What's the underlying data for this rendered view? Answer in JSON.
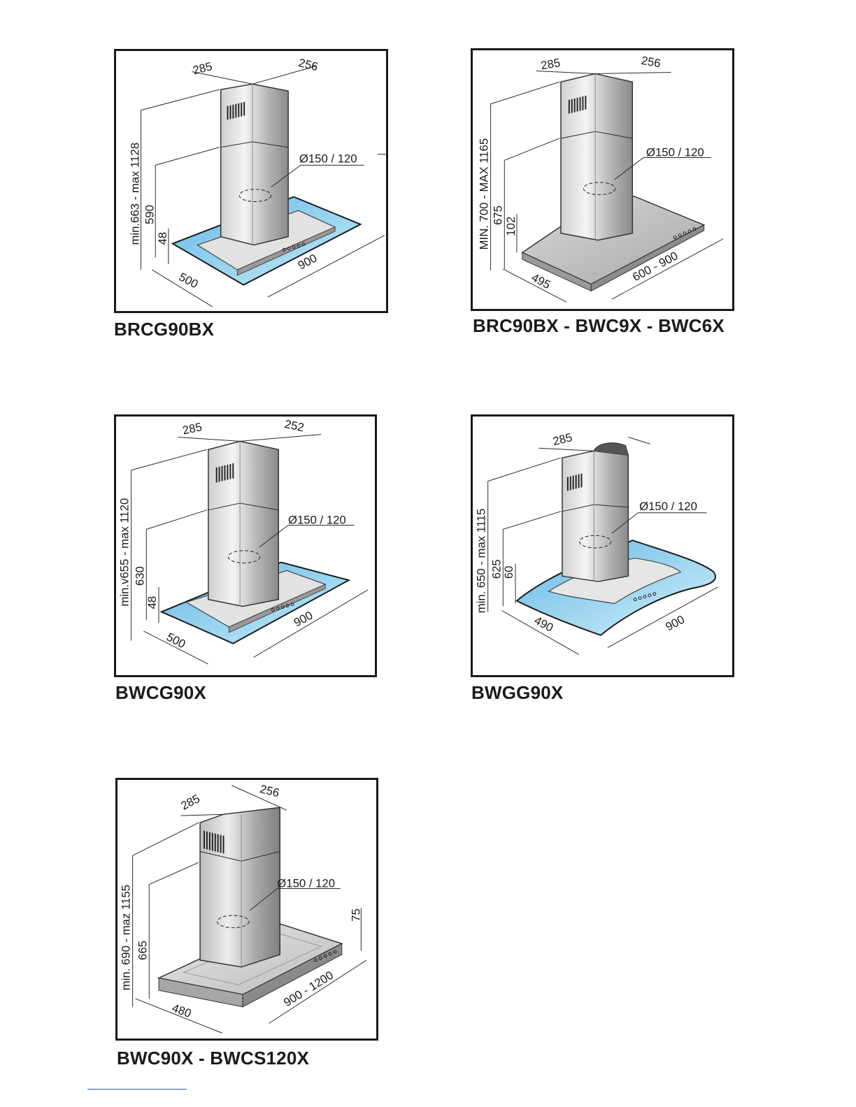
{
  "colors": {
    "glass": "#9ed8f2",
    "glass_dark": "#63b8e4",
    "steel_light": "#eeeeee",
    "steel_mid": "#bdbdbd",
    "steel_dark": "#7d7d7d",
    "frame": "#1a1a1a"
  },
  "hoods": [
    {
      "model": "BRCG90BX",
      "height_range": "min.663  - max 1128",
      "chimney_h": "590",
      "canopy_h": "48",
      "depth": "500",
      "width": "900",
      "chimney_w": "285",
      "chimney_d": "256",
      "outlet": "Ø150 / 120"
    },
    {
      "model": "BRC90BX - BWC9X - BWC6X",
      "height_range": "MIN. 700 - MAX 1165",
      "chimney_h": "675",
      "canopy_h": "102",
      "depth": "495",
      "width": "600 - 900",
      "chimney_w": "285",
      "chimney_d": "256",
      "outlet": "Ø150 / 120"
    },
    {
      "model": "BWCG90X",
      "height_range": "min.v655  - max 1120",
      "chimney_h": "630",
      "canopy_h": "48",
      "depth": "500",
      "width": "900",
      "chimney_w": "285",
      "chimney_d": "252",
      "outlet": "Ø150 / 120"
    },
    {
      "model": "BWGG90X",
      "height_range": "min. 650 - max 1115",
      "chimney_h": "625",
      "canopy_h": "60",
      "depth": "490",
      "width": "900",
      "chimney_w": "285",
      "outlet": "Ø150 / 120"
    },
    {
      "model": "BWC90X - BWCS120X",
      "height_range": "min. 690 - maz 1155",
      "chimney_h": "665",
      "canopy_h": "75",
      "depth": "480",
      "width": "900 - 1200",
      "chimney_w": "285",
      "chimney_d": "256",
      "outlet": "Ø150 / 120"
    }
  ]
}
